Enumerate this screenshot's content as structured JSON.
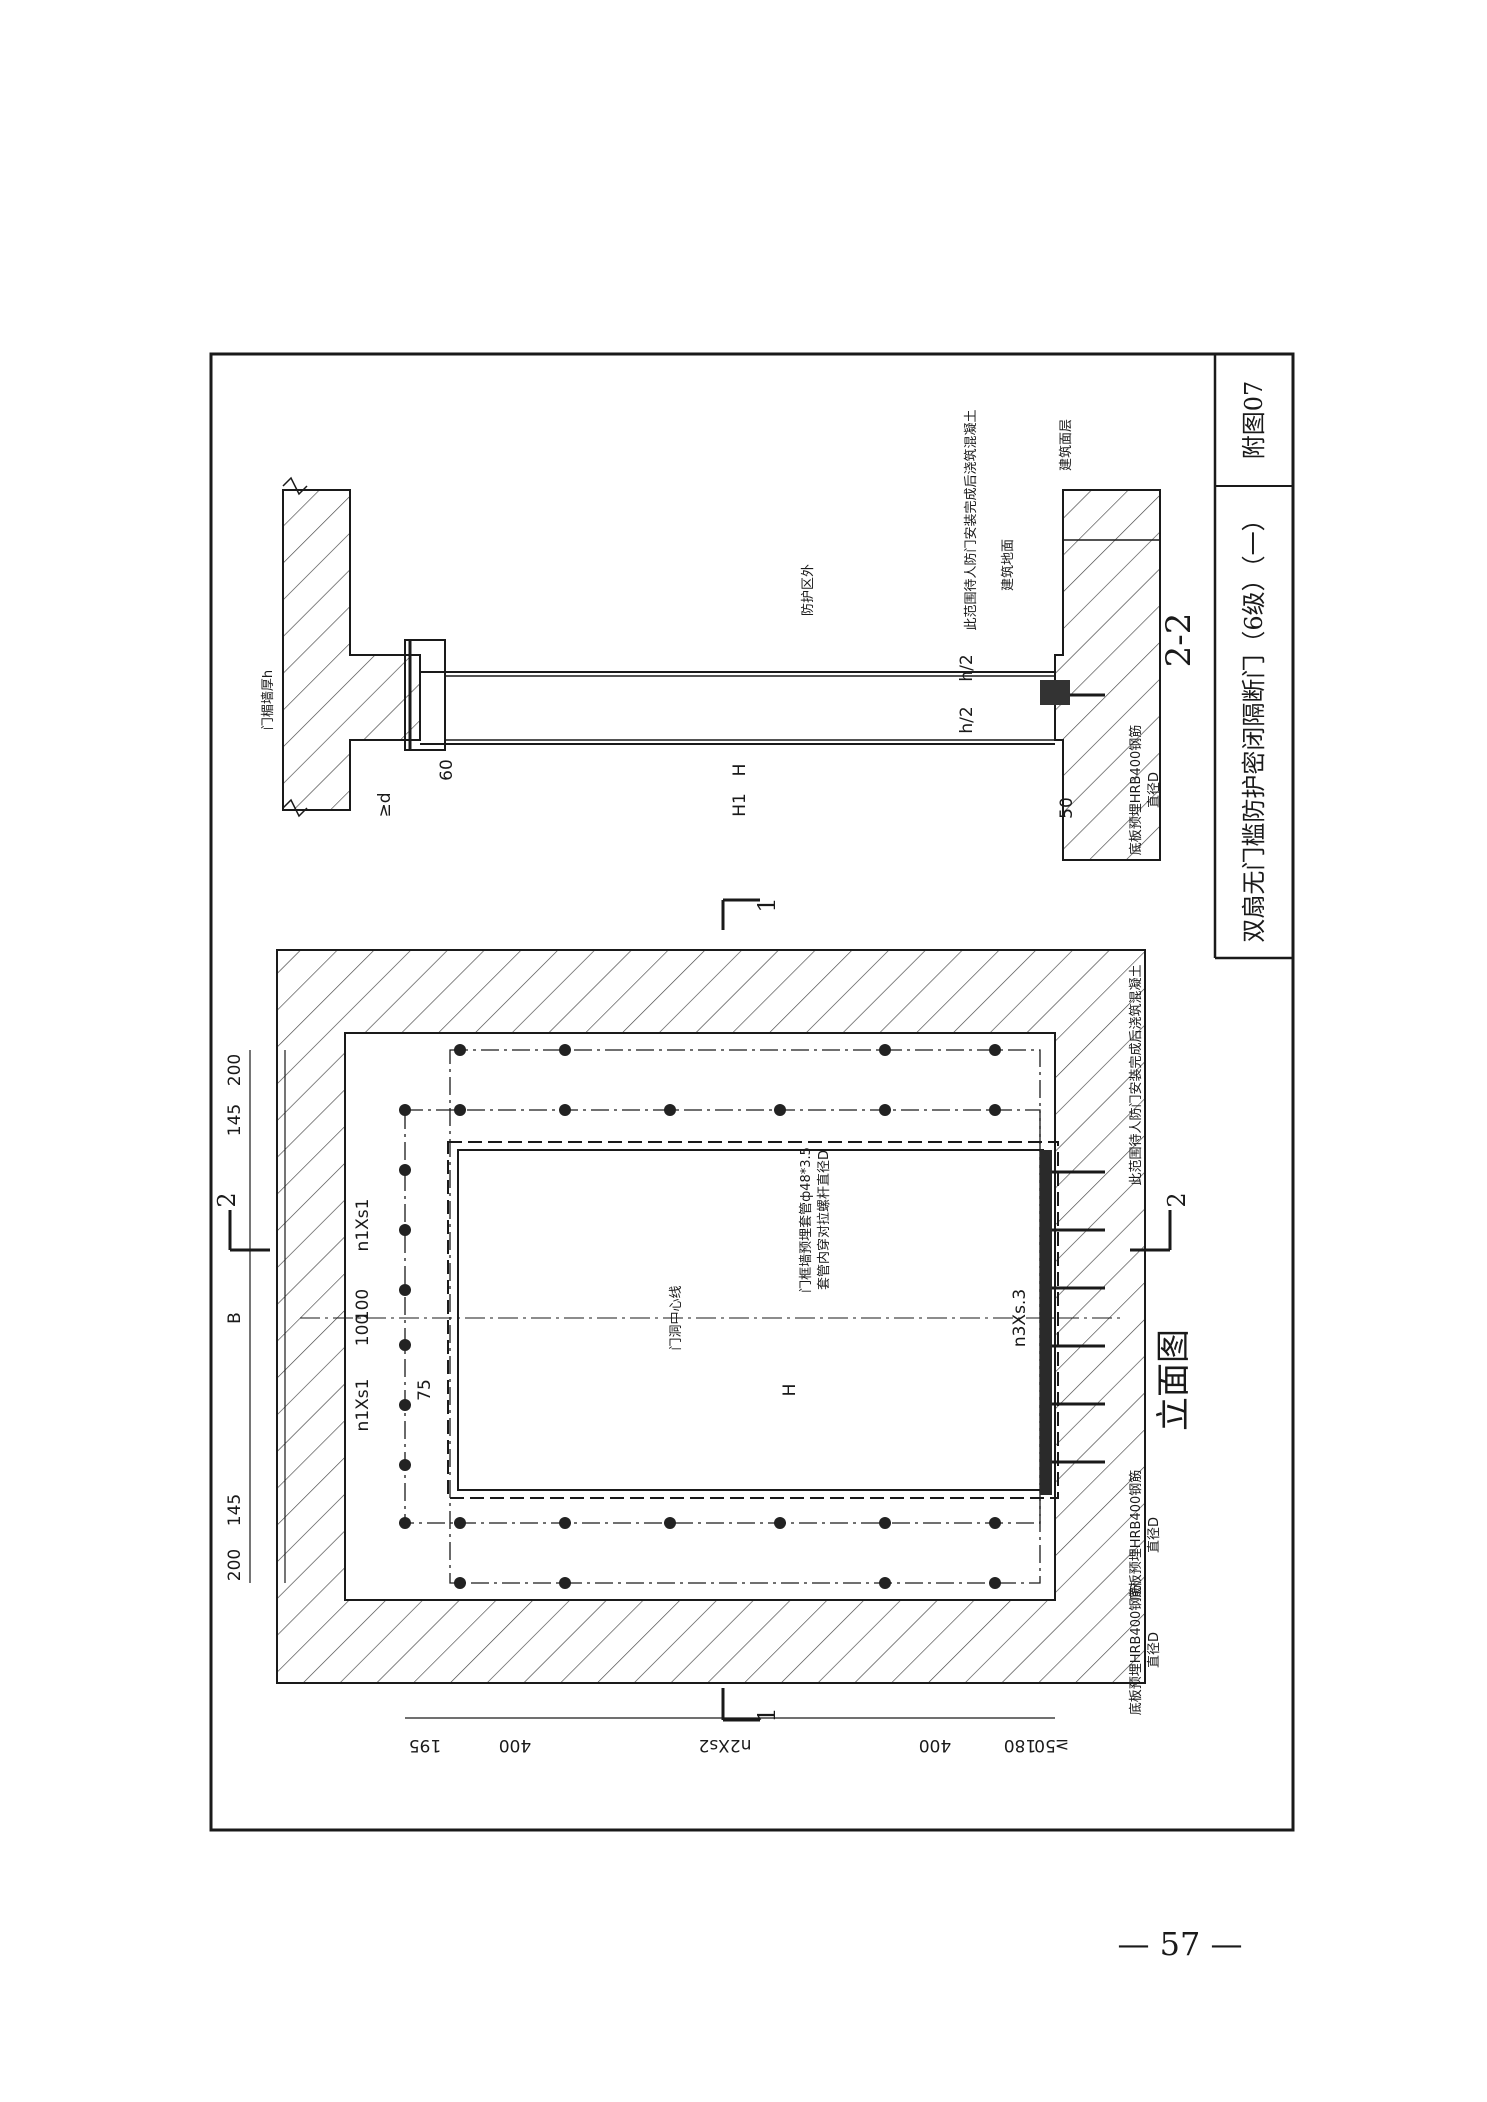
{
  "title_block": {
    "title": "双扇无门槛防护密闭隔断门（6级）（一）",
    "drawing_no": "附图07"
  },
  "page_number": "— 57 —",
  "elevation": {
    "view_title": "立面图",
    "section_marker_1": "1",
    "section_marker_2": "2",
    "top_dims": [
      "200",
      "145",
      "n1Xs1",
      "100",
      "100",
      "n1Xs1",
      "145",
      "200"
    ],
    "overall_dim": "B",
    "bottom_dims": [
      "195",
      "400",
      "n2Xs2",
      "400",
      "180",
      "50",
      "≥"
    ],
    "dim_H": "H",
    "dim_75": "75",
    "dim_n3": "n3Xs.3",
    "centerline_label": "门洞中心线",
    "pipe_note_1": "门框墙预埋套管ф48*3.5",
    "pipe_note_2": "套管内穿对拉螺杆直径D",
    "rebar_note_1": "底板预埋HRB400钢筋",
    "rebar_note_2": "直径D",
    "rebar_note_3": "底板预埋HRB400钢筋",
    "rebar_note_4": "直径D",
    "recess_note": "此范围待人防门安装完成后浇筑混凝土"
  },
  "section": {
    "view_title": "2-2",
    "lintel_label": "门楣墙厚h",
    "protect_label": "防护区外",
    "dim_h2a": "h/2",
    "dim_h2b": "h/2",
    "dim_60": "60",
    "dim_H": "H",
    "dim_H1": "H1",
    "dim_50": "50",
    "dim_d": "≥d",
    "recess_note": "此范围待人防门安装完成后浇筑混凝土",
    "floor_label": "建筑地面",
    "layer_label": "建筑面层",
    "rebar_note_1": "底板预埋HRB400钢筋",
    "rebar_note_2": "直径D"
  }
}
